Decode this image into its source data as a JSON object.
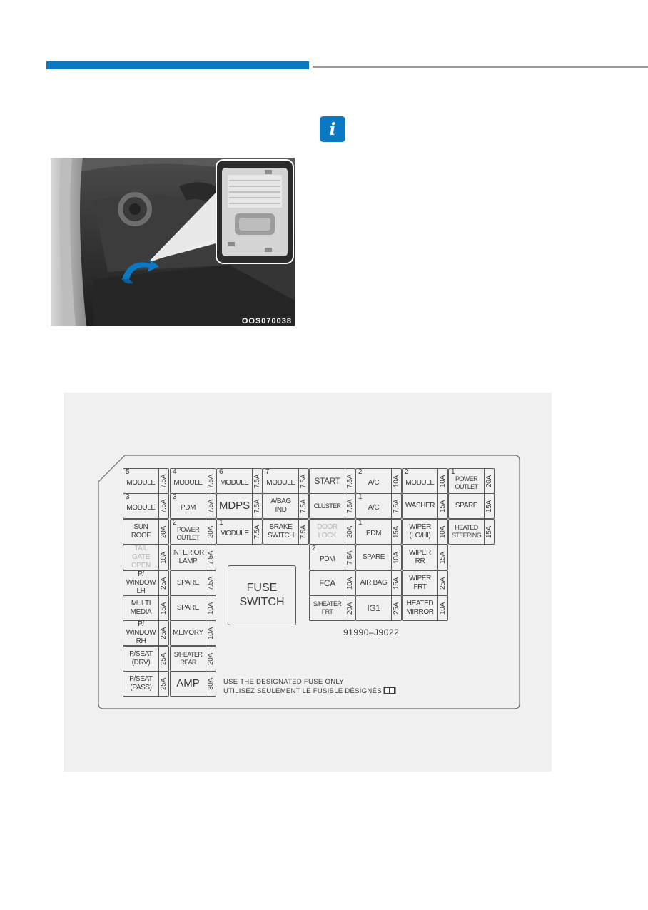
{
  "photo": {
    "code": "OOS070038"
  },
  "fuse_panel": {
    "switch_label_line1": "FUSE",
    "switch_label_line2": "SWITCH",
    "part_number": "91990–J9022",
    "note_en": "USE THE DESIGNATED FUSE ONLY",
    "note_fr": "UTILISEZ SEULEMENT LE FUSIBLE DÉSIGNÉS",
    "fuses": [
      {
        "num": "5",
        "name": "MODULE",
        "rating": "7.5A"
      },
      {
        "num": "4",
        "name": "MODULE",
        "rating": "7.5A"
      },
      {
        "num": "6",
        "name": "MODULE",
        "rating": "7.5A"
      },
      {
        "num": "7",
        "name": "MODULE",
        "rating": "7.5A"
      },
      {
        "num": "",
        "name": "START",
        "rating": "7.5A"
      },
      {
        "num": "2",
        "name": "A/C",
        "rating": "10A"
      },
      {
        "num": "2",
        "name": "MODULE",
        "rating": "10A"
      },
      {
        "num": "1",
        "name": "POWER\nOUTLET",
        "rating": "20A"
      },
      {
        "num": "3",
        "name": "MODULE",
        "rating": "7.5A"
      },
      {
        "num": "3",
        "name": "PDM",
        "rating": "7.5A"
      },
      {
        "num": "",
        "name": "MDPS",
        "rating": "7.5A"
      },
      {
        "num": "",
        "name": "A/BAG\nIND",
        "rating": "7.5A"
      },
      {
        "num": "",
        "name": "CLUSTER",
        "rating": "7.5A"
      },
      {
        "num": "1",
        "name": "A/C",
        "rating": "7.5A"
      },
      {
        "num": "",
        "name": "WASHER",
        "rating": "15A"
      },
      {
        "num": "",
        "name": "SPARE",
        "rating": "15A"
      },
      {
        "num": "",
        "name": "SUN\nROOF",
        "rating": "20A"
      },
      {
        "num": "2",
        "name": "POWER\nOUTLET",
        "rating": "20A"
      },
      {
        "num": "1",
        "name": "MODULE",
        "rating": "7.5A"
      },
      {
        "num": "",
        "name": "BRAKE\nSWITCH",
        "rating": "7.5A"
      },
      {
        "num": "",
        "name": "DOOR\nLOCK",
        "rating": "20A"
      },
      {
        "num": "1",
        "name": "PDM",
        "rating": "15A"
      },
      {
        "num": "",
        "name": "WIPER\n(LO/HI)",
        "rating": "10A"
      },
      {
        "num": "",
        "name": "HEATED\nSTEERING",
        "rating": "15A"
      },
      {
        "num": "",
        "name": "TAIL\nGATE\nOPEN",
        "rating": "10A"
      },
      {
        "num": "",
        "name": "INTERIOR\nLAMP",
        "rating": "7.5A"
      },
      {
        "num": "2",
        "name": "PDM",
        "rating": "7.5A"
      },
      {
        "num": "",
        "name": "SPARE",
        "rating": "10A"
      },
      {
        "num": "",
        "name": "WIPER\nRR",
        "rating": "15A"
      },
      {
        "num": "",
        "name": "P/\nWINDOW\nLH",
        "rating": "25A"
      },
      {
        "num": "",
        "name": "SPARE",
        "rating": "7.5A"
      },
      {
        "num": "",
        "name": "FCA",
        "rating": "10A"
      },
      {
        "num": "",
        "name": "AIR BAG",
        "rating": "15A"
      },
      {
        "num": "",
        "name": "WIPER\nFRT",
        "rating": "25A"
      },
      {
        "num": "",
        "name": "MULTI\nMEDIA",
        "rating": "15A"
      },
      {
        "num": "",
        "name": "SPARE",
        "rating": "10A"
      },
      {
        "num": "",
        "name": "S/HEATER\nFRT",
        "rating": "20A"
      },
      {
        "num": "",
        "name": "IG1",
        "rating": "25A"
      },
      {
        "num": "",
        "name": "HEATED\nMIRROR",
        "rating": "10A"
      },
      {
        "num": "",
        "name": "P/\nWINDOW\nRH",
        "rating": "25A"
      },
      {
        "num": "",
        "name": "MEMORY",
        "rating": "10A"
      },
      {
        "num": "",
        "name": "P/SEAT\n(DRV)",
        "rating": "25A"
      },
      {
        "num": "",
        "name": "S/HEATER\nREAR",
        "rating": "20A"
      },
      {
        "num": "",
        "name": "P/SEAT\n(PASS)",
        "rating": "25A"
      },
      {
        "num": "",
        "name": "AMP",
        "rating": "30A"
      }
    ]
  }
}
